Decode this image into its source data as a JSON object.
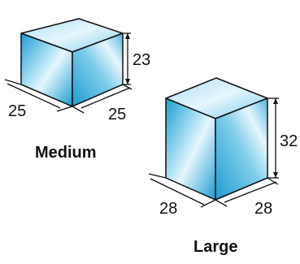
{
  "cubes": {
    "medium": {
      "name": "Medium",
      "length": "25",
      "width": "25",
      "height": "23"
    },
    "large": {
      "name": "Large",
      "length": "28",
      "width": "28",
      "height": "32"
    }
  },
  "colors": {
    "face_light": "#e6f6fd",
    "face_mid": "#7fcdea",
    "face_dark": "#1c9dd2",
    "top_light": "#d8f0fb",
    "top_dark": "#a9dcf2",
    "edge": "#111111"
  }
}
